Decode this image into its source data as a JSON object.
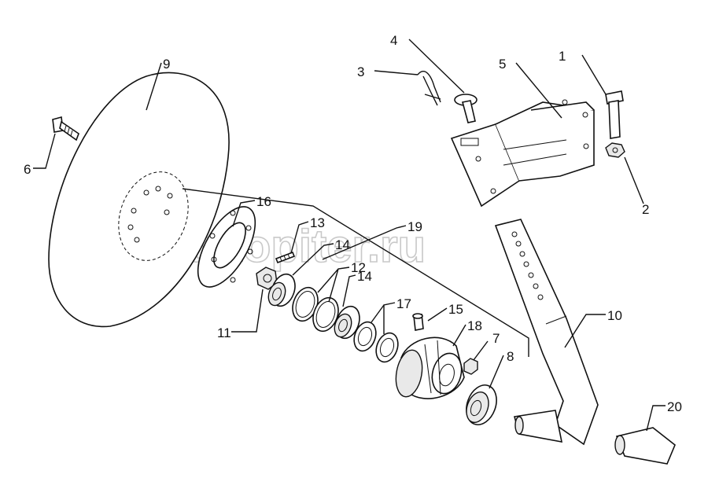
{
  "watermark": "autopiter.ru",
  "callouts": [
    {
      "id": "c1",
      "text": "1"
    },
    {
      "id": "c2",
      "text": "2"
    },
    {
      "id": "c3",
      "text": "3"
    },
    {
      "id": "c4",
      "text": "4"
    },
    {
      "id": "c5",
      "text": "5"
    },
    {
      "id": "c6",
      "text": "6"
    },
    {
      "id": "c7",
      "text": "7"
    },
    {
      "id": "c8",
      "text": "8"
    },
    {
      "id": "c9",
      "text": "9"
    },
    {
      "id": "c10",
      "text": "10"
    },
    {
      "id": "c11",
      "text": "11"
    },
    {
      "id": "c12",
      "text": "12"
    },
    {
      "id": "c13",
      "text": "13"
    },
    {
      "id": "c14a",
      "text": "14"
    },
    {
      "id": "c14b",
      "text": "14"
    },
    {
      "id": "c15",
      "text": "15"
    },
    {
      "id": "c16",
      "text": "16"
    },
    {
      "id": "c17",
      "text": "17"
    },
    {
      "id": "c18",
      "text": "18"
    },
    {
      "id": "c19",
      "text": "19"
    },
    {
      "id": "c20",
      "text": "20"
    }
  ]
}
